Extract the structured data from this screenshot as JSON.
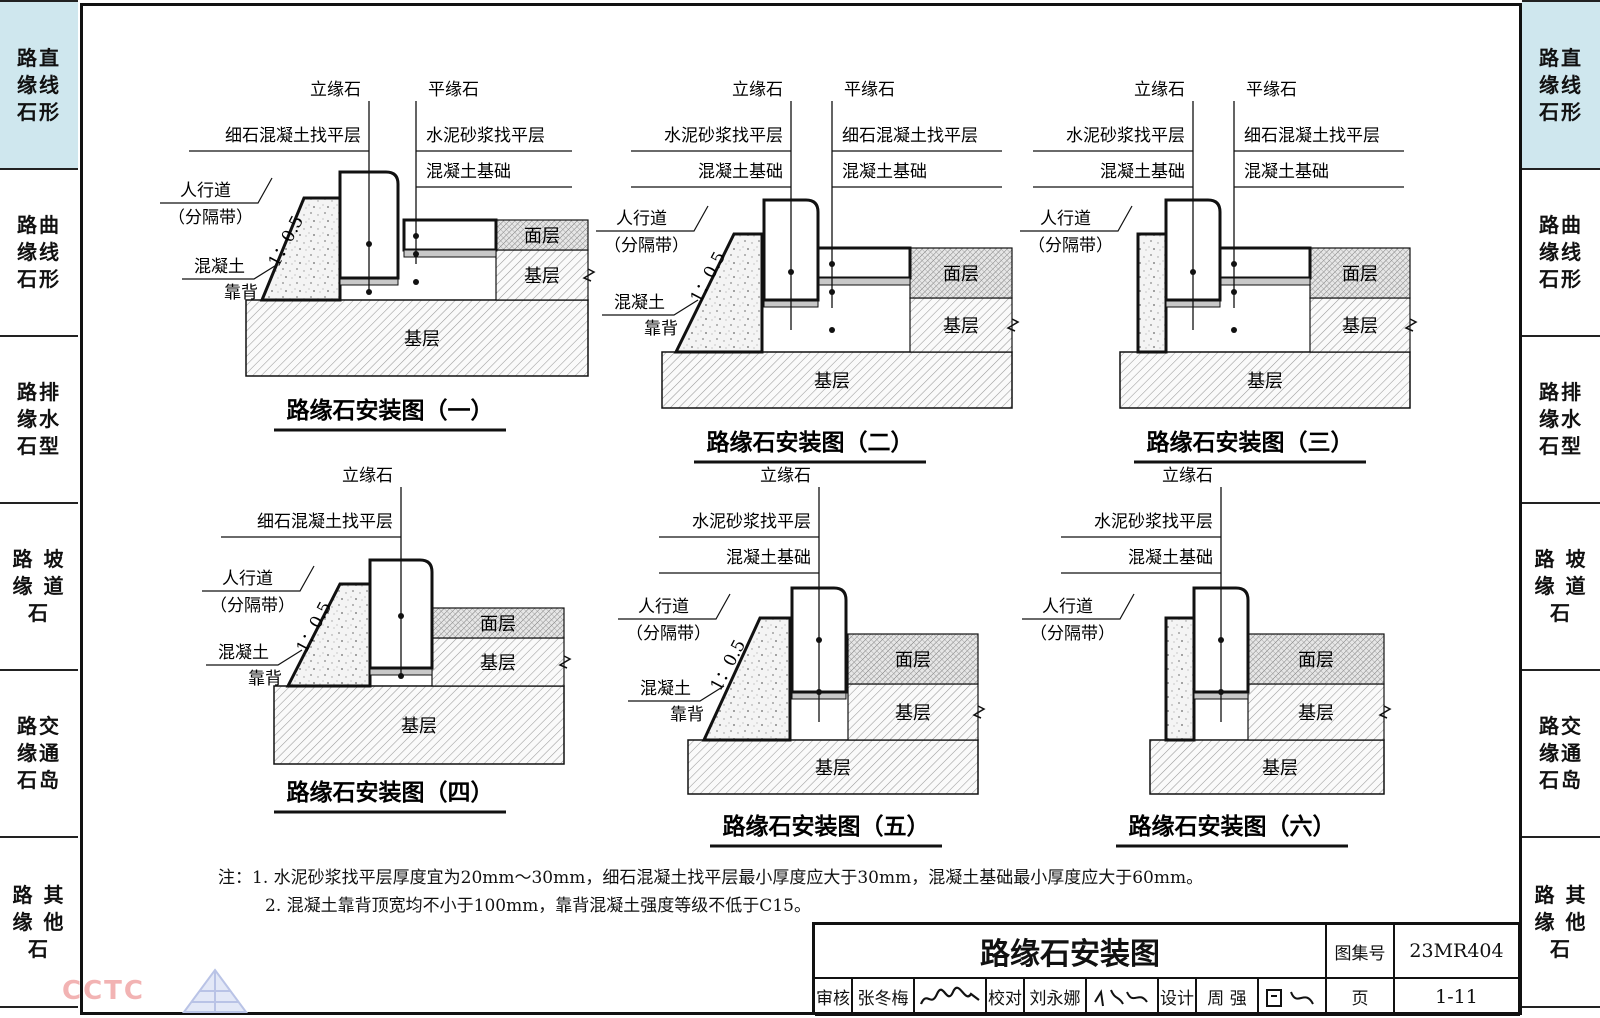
{
  "left_tabs": [
    {
      "text": "路直\n缘线\n石形",
      "active": true
    },
    {
      "text": "路曲\n缘线\n石形",
      "active": false
    },
    {
      "text": "路排\n缘水\n石型",
      "active": false
    },
    {
      "text": "路 坡\n缘 道\n石",
      "active": false
    },
    {
      "text": "路交\n缘通\n石岛",
      "active": false
    },
    {
      "text": "路 其\n缘 他\n石",
      "active": false
    }
  ],
  "right_tabs": [
    {
      "text": "路直\n缘线\n石形",
      "active": true
    },
    {
      "text": "路曲\n缘线\n石形",
      "active": false
    },
    {
      "text": "路排\n缘水\n石型",
      "active": false
    },
    {
      "text": "路 坡\n缘 道\n石",
      "active": false
    },
    {
      "text": "路交\n缘通\n石岛",
      "active": false
    },
    {
      "text": "路 其\n缘 他\n石",
      "active": false
    }
  ],
  "diagrams": {
    "d1": {
      "caption": "路缘石安装图（一）",
      "curb": "立缘石",
      "flat": "平缘石",
      "left_l1": "细石混凝土找平层",
      "right_l1": "水泥砂浆找平层",
      "right_l2": "混凝土基础",
      "walk1": "人行道",
      "walk2": "（分隔带）",
      "slope": "1：0.5",
      "back1": "混凝土",
      "back2": "靠背",
      "surface": "面层",
      "base": "基层",
      "sub": "基层"
    },
    "d2": {
      "caption": "路缘石安装图（二）",
      "curb": "立缘石",
      "flat": "平缘石",
      "left_l1": "水泥砂浆找平层",
      "left_l2": "混凝土基础",
      "right_l1": "细石混凝土找平层",
      "right_l2": "混凝土基础",
      "walk1": "人行道",
      "walk2": "（分隔带）",
      "slope": "1：0.5",
      "back1": "混凝土",
      "back2": "靠背",
      "surface": "面层",
      "base": "基层",
      "sub": "基层"
    },
    "d3": {
      "caption": "路缘石安装图（三）",
      "curb": "立缘石",
      "flat": "平缘石",
      "left_l1": "水泥砂浆找平层",
      "left_l2": "混凝土基础",
      "right_l1": "细石混凝土找平层",
      "right_l2": "混凝土基础",
      "walk1": "人行道",
      "walk2": "（分隔带）",
      "surface": "面层",
      "base": "基层",
      "sub": "基层"
    },
    "d4": {
      "caption": "路缘石安装图（四）",
      "curb": "立缘石",
      "left_l1": "细石混凝土找平层",
      "walk1": "人行道",
      "walk2": "（分隔带）",
      "slope": "1：0.5",
      "back1": "混凝土",
      "back2": "靠背",
      "surface": "面层",
      "base": "基层",
      "sub": "基层"
    },
    "d5": {
      "caption": "路缘石安装图（五）",
      "curb": "立缘石",
      "left_l1": "水泥砂浆找平层",
      "left_l2": "混凝土基础",
      "walk1": "人行道",
      "walk2": "（分隔带）",
      "slope": "1：0.5",
      "back1": "混凝土",
      "back2": "靠背",
      "surface": "面层",
      "base": "基层",
      "sub": "基层"
    },
    "d6": {
      "caption": "路缘石安装图（六）",
      "curb": "立缘石",
      "left_l1": "水泥砂浆找平层",
      "left_l2": "混凝土基础",
      "walk1": "人行道",
      "walk2": "（分隔带）",
      "surface": "面层",
      "base": "基层",
      "sub": "基层"
    }
  },
  "notes": {
    "line1": "注：1. 水泥砂浆找平层厚度宜为20mm～30mm，细石混凝土找平层最小厚度应大于30mm，混凝土基础最小厚度应大于60mm。",
    "line2": "2. 混凝土靠背顶宽均不小于100mm，靠背混凝土强度等级不低于C15。"
  },
  "title_block": {
    "title": "路缘石安装图",
    "atlas_label": "图集号",
    "atlas_no": "23MR404",
    "page_label": "页",
    "page_no": "1-11",
    "review_label": "审核",
    "reviewer": "张冬梅",
    "check_label": "校对",
    "checker": "刘永娜",
    "design_label": "设计",
    "designer": "周 强"
  },
  "watermark": "CCTC"
}
